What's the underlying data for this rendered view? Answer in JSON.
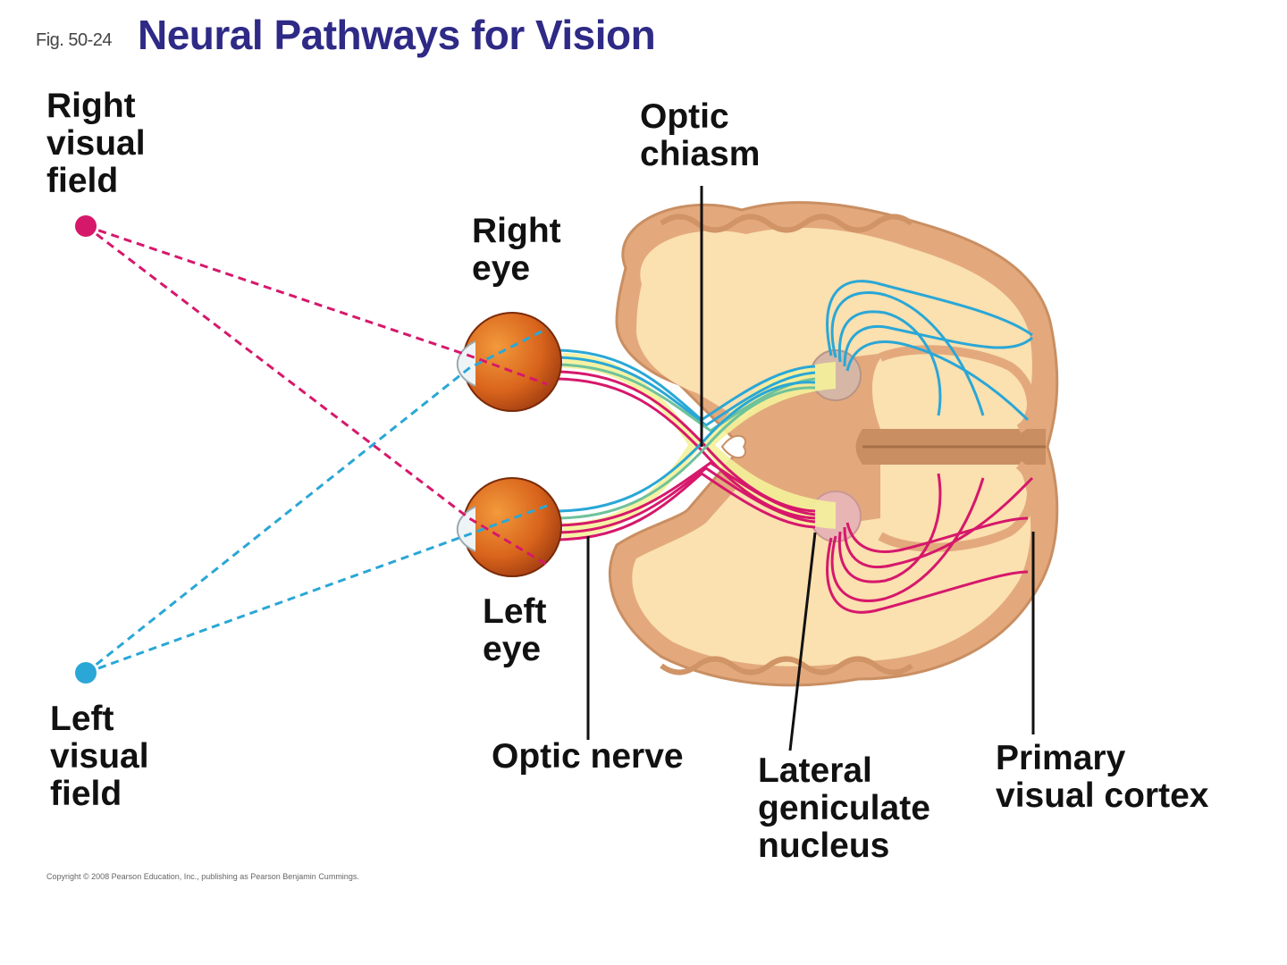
{
  "header": {
    "fig_label": "Fig. 50-24",
    "title": "Neural Pathways for Vision"
  },
  "labels": {
    "right_visual_field": [
      "Right",
      "visual",
      "field"
    ],
    "left_visual_field": [
      "Left",
      "visual",
      "field"
    ],
    "right_eye": [
      "Right",
      "eye"
    ],
    "left_eye": [
      "Left",
      "eye"
    ],
    "optic_chiasm": [
      "Optic",
      "chiasm"
    ],
    "optic_nerve": "Optic nerve",
    "lateral_geniculate_nucleus": [
      "Lateral",
      "geniculate",
      "nucleus"
    ],
    "primary_visual_cortex": [
      "Primary",
      "visual cortex"
    ]
  },
  "copyright": "Copyright © 2008 Pearson Education, Inc., publishing as Pearson Benjamin Cummings.",
  "colors": {
    "title": "#2e2a86",
    "right_field": "#d6186b",
    "left_field": "#2aa7d6",
    "brain_fill": "#fbe0b0",
    "brain_cortex": "#e3a97c",
    "eye": "#d9641c",
    "chiasm": "#f4f19a"
  }
}
